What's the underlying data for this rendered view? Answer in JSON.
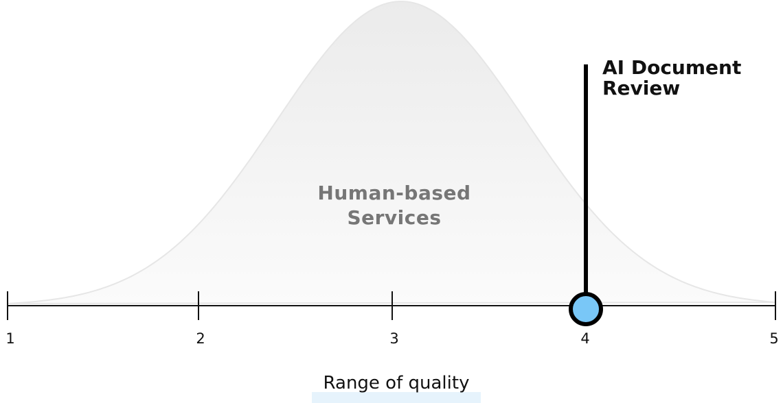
{
  "chart_data": {
    "type": "area",
    "title": "",
    "xlabel": "Range of quality",
    "ylabel": "",
    "xlim": [
      1,
      5
    ],
    "x_ticks": [
      "1",
      "2",
      "3",
      "4",
      "5"
    ],
    "grid": false,
    "series": [
      {
        "name": "Human-based Services",
        "kind": "normal-distribution",
        "mean": 3.05,
        "approx_sd": 0.65,
        "fill_color": "#eeeeee"
      }
    ],
    "markers": [
      {
        "name": "AI Document Review",
        "x": 4,
        "fill_color": "#79c7f7",
        "stroke_color": "#000000"
      }
    ],
    "annotations": [
      {
        "text": "Human-based Services",
        "x": 3.0,
        "position": "inside-curve"
      },
      {
        "text": "AI Document Review",
        "x": 4.1,
        "position": "top-right-of-marker"
      }
    ]
  },
  "labels": {
    "distribution": [
      "Human-based",
      "Services"
    ],
    "marker": [
      "AI Document",
      "Review"
    ],
    "axis_title": "Range of quality",
    "ticks": [
      "1",
      "2",
      "3",
      "4",
      "5"
    ]
  },
  "colors": {
    "axis": "#111111",
    "curve_fill_top": "#ebebeb",
    "curve_fill_bottom": "#fafafa",
    "curve_stroke": "#e6e6e6",
    "marker_fill": "#79c7f7",
    "highlight": "#e6f3fc"
  }
}
